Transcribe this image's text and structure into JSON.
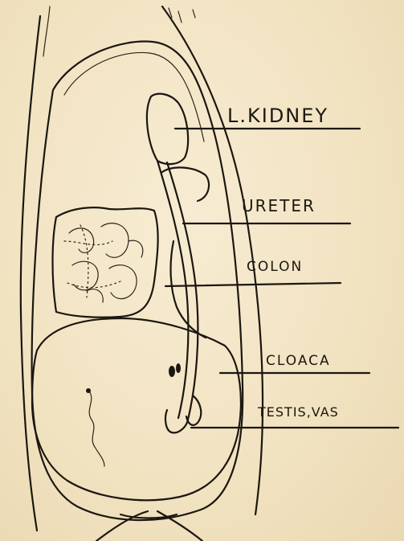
{
  "labels": {
    "kidney": "L.KIDNEY",
    "ureter": "URETER",
    "colon": "COLON",
    "cloaca": "CLOACA",
    "testis": "TESTIS,VAS"
  }
}
